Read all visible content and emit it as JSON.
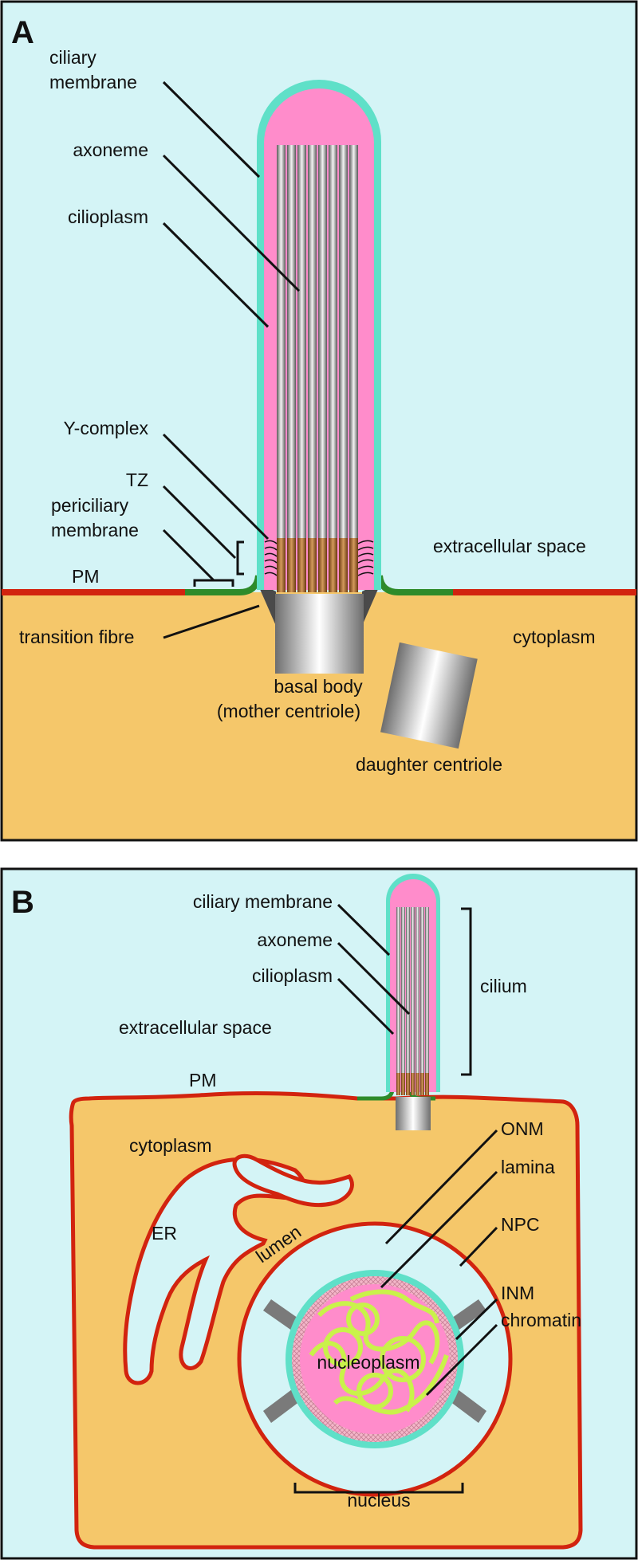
{
  "panel_a": {
    "letter": "A",
    "labels": {
      "ciliary_membrane_1": "ciliary",
      "ciliary_membrane_2": "membrane",
      "axoneme": "axoneme",
      "cilioplasm": "cilioplasm",
      "y_complex": "Y-complex",
      "tz": "TZ",
      "periciliary_1": "periciliary",
      "periciliary_2": "membrane",
      "pm": "PM",
      "extracellular_space": "extracellular space",
      "transition_fibre": "transition fibre",
      "cytoplasm": "cytoplasm",
      "basal_body_1": "basal body",
      "basal_body_2": "(mother centriole)",
      "daughter_centriole": "daughter centriole"
    }
  },
  "panel_b": {
    "letter": "B",
    "labels": {
      "ciliary_membrane": "ciliary membrane",
      "axoneme": "axoneme",
      "cilioplasm": "cilioplasm",
      "cilium": "cilium",
      "extracellular_space": "extracellular space",
      "pm": "PM",
      "cytoplasm": "cytoplasm",
      "onm": "ONM",
      "lamina": "lamina",
      "npc": "NPC",
      "inm": "INM",
      "chromatin": "chromatin",
      "er": "ER",
      "lumen": "lumen",
      "nucleoplasm": "nucleoplasm",
      "nucleus": "nucleus"
    }
  },
  "colors": {
    "extracellular": "#d4f4f6",
    "cytoplasm": "#f5c76a",
    "membrane_red": "#d2230f",
    "periciliary_green": "#2e8b2a",
    "ciliary_membrane": "#5fe0c8",
    "cilioplasm": "#ff8ccb",
    "transition_zone": "#a8672a",
    "chromatin": "#c9f24a",
    "npc_grey": "#7a7a7a"
  }
}
